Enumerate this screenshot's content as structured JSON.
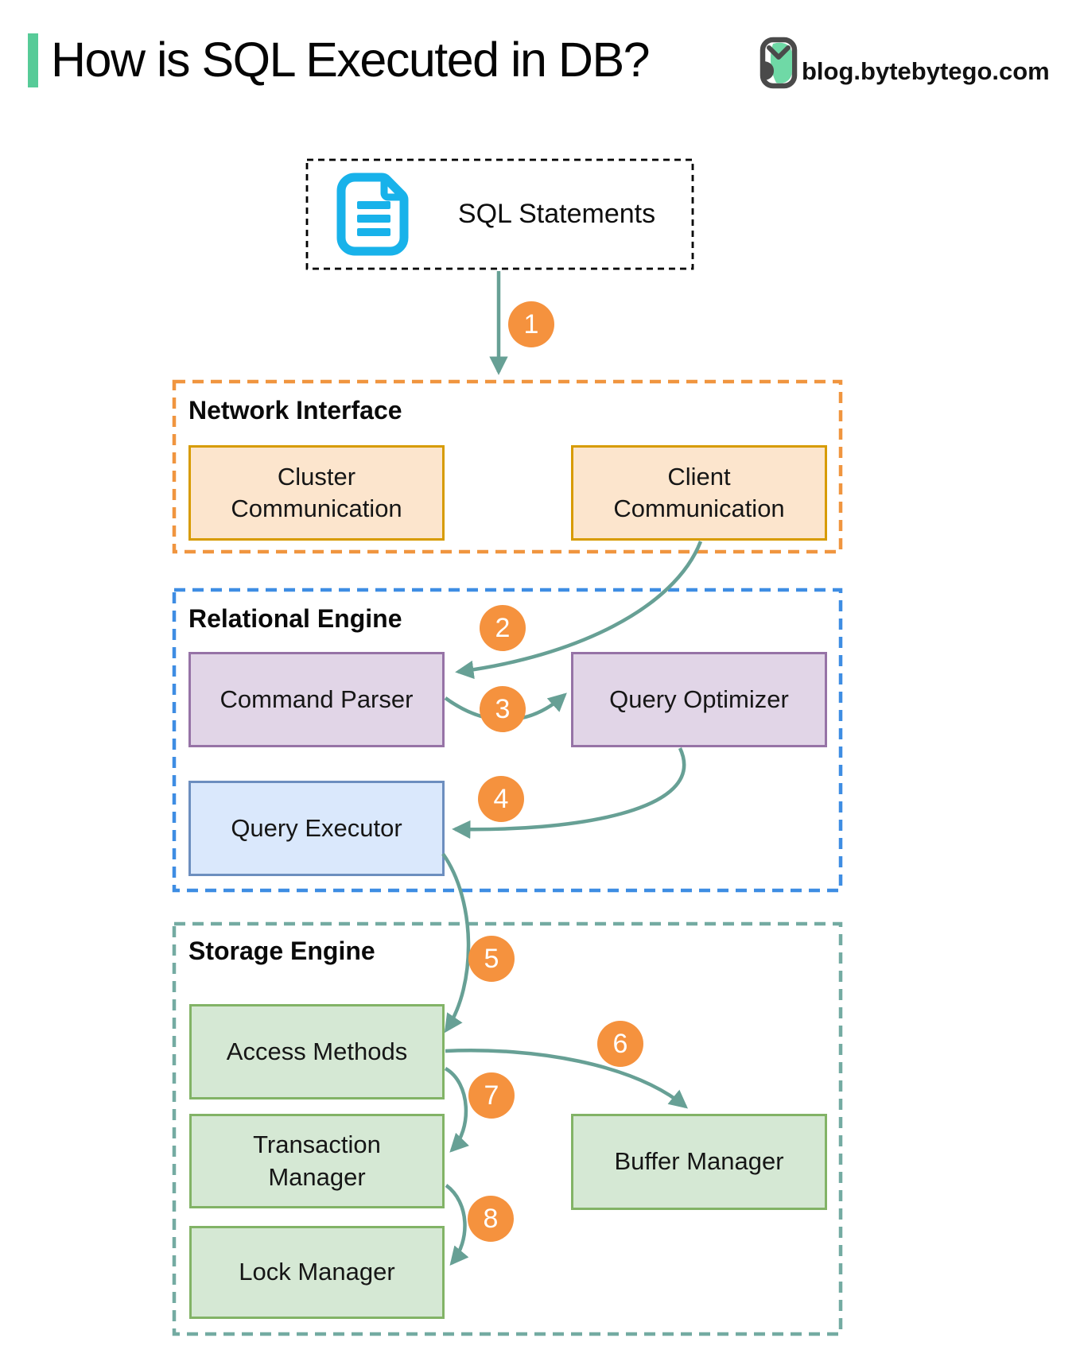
{
  "header": {
    "title": "How is SQL Executed in DB?",
    "watermark": "blog.bytebytego.com"
  },
  "source_box": {
    "label": "SQL Statements"
  },
  "sections": {
    "network": {
      "label": "Network Interface",
      "boxes": [
        {
          "label": "Cluster Communication"
        },
        {
          "label": "Client Communication"
        }
      ]
    },
    "relational": {
      "label": "Relational Engine",
      "boxes": [
        {
          "label": "Command Parser"
        },
        {
          "label": "Query Optimizer"
        },
        {
          "label": "Query Executor"
        }
      ]
    },
    "storage": {
      "label": "Storage Engine",
      "boxes": [
        {
          "label": "Access Methods"
        },
        {
          "label": "Transaction Manager"
        },
        {
          "label": "Buffer Manager"
        },
        {
          "label": "Lock Manager"
        }
      ]
    }
  },
  "steps": [
    "1",
    "2",
    "3",
    "4",
    "5",
    "6",
    "7",
    "8"
  ],
  "flow": [
    {
      "step": "1",
      "from": "SQL Statements",
      "to": "Network Interface"
    },
    {
      "step": "2",
      "from": "Client Communication",
      "to": "Command Parser"
    },
    {
      "step": "3",
      "from": "Command Parser",
      "to": "Query Optimizer"
    },
    {
      "step": "4",
      "from": "Query Optimizer",
      "to": "Query Executor"
    },
    {
      "step": "5",
      "from": "Query Executor",
      "to": "Access Methods"
    },
    {
      "step": "6",
      "from": "Access Methods",
      "to": "Buffer Manager"
    },
    {
      "step": "7",
      "from": "Access Methods",
      "to": "Transaction Manager"
    },
    {
      "step": "8",
      "from": "Transaction Manager",
      "to": "Lock Manager"
    }
  ],
  "colors": {
    "accent_green": "#57CB98",
    "arrow_teal": "#67A095",
    "step_circle_orange": "#F5923E",
    "network_dash": "#F0953F",
    "relational_dash": "#3E8DE3",
    "storage_dash": "#74ABA2",
    "node_orange_fill": "#FCE5CD",
    "node_orange_border": "#D79B00",
    "node_purple_fill": "#E1D5E7",
    "node_purple_border": "#9673A6",
    "node_blue_fill": "#DAE8FC",
    "node_blue_border": "#6C8EBF",
    "node_green_fill": "#D5E8D4",
    "node_green_border": "#82B366",
    "document_icon_cyan": "#18B2EA",
    "sql_box_dash": "#000000"
  }
}
